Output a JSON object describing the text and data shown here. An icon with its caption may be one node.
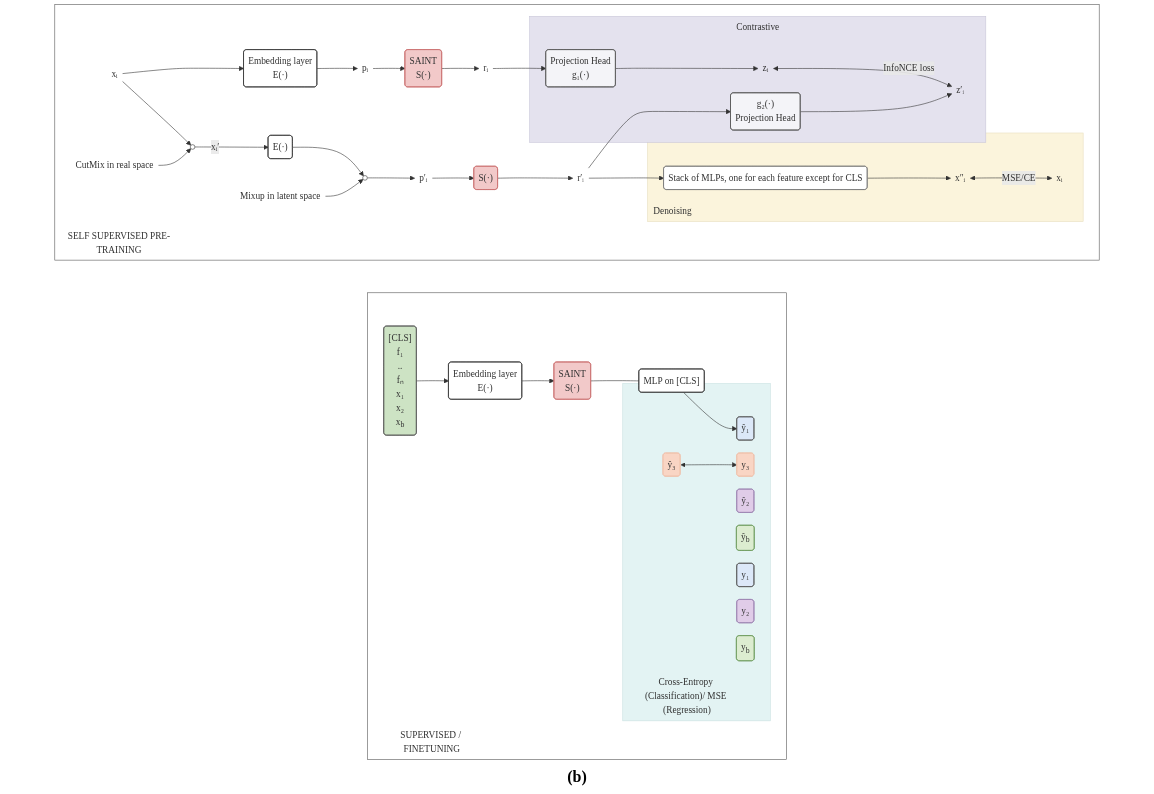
{
  "diagram": {
    "caption": "(b)",
    "nodes": [
      {
        "text": [
          "SELF SUPERVISED PRE-TRAINING"
        ]
      },
      {
        "text": [
          "xᵢ"
        ],
        "in": 0
      },
      {
        "text": [
          "Embedding layer",
          "E(·)"
        ],
        "in": 0
      },
      {
        "text": [
          "pᵢ"
        ],
        "in": 0
      },
      {
        "text": [
          "SAINT",
          "S(·)"
        ],
        "in": 0
      },
      {
        "text": [
          "rᵢ"
        ],
        "in": 0
      },
      {
        "text": [],
        "shape": "circle",
        "in": 0
      },
      {
        "text": [
          "E(·)"
        ],
        "in": 0
      },
      {
        "text": [],
        "shape": "circle",
        "in": 0
      },
      {
        "text": [
          "p′ᵢ"
        ],
        "in": 0
      },
      {
        "text": [
          "S(·)"
        ],
        "in": 0
      },
      {
        "text": [
          "r′ᵢ"
        ],
        "in": 0
      },
      {
        "text": [
          "CutMix in real space"
        ],
        "in": 0
      },
      {
        "text": [
          "Mixup in latent space"
        ],
        "in": 0
      },
      {
        "text": [
          "Contrastive"
        ],
        "in": 0
      },
      {
        "text": [
          "Projection Head",
          "g₁(·)"
        ],
        "in": 14
      },
      {
        "text": [
          "zᵢ"
        ],
        "in": 14
      },
      {
        "text": [
          "g₂(·)",
          "Projection Head"
        ],
        "in": 14
      },
      {
        "text": [
          "z′ᵢ"
        ],
        "in": 14
      },
      {
        "text": [
          "Denoising"
        ],
        "in": 0
      },
      {
        "text": [
          "Stack of MLPs, one for each feature except for CLS"
        ],
        "in": 19
      },
      {
        "text": [
          "x″ᵢ"
        ],
        "in": 19
      },
      {
        "text": [
          "xᵢ"
        ],
        "in": 19
      },
      {
        "text": [
          "SUPERVISED / FINETUNING"
        ]
      },
      {
        "text": [
          "[CLS]",
          "f₁",
          "..",
          "fₙ",
          "x₁",
          "x₂",
          "x$_{b}$"
        ],
        "in": 23
      },
      {
        "text": [
          "Embedding layer",
          "E(·)"
        ],
        "in": 23
      },
      {
        "text": [
          "SAINT",
          "S(·)"
        ],
        "in": 23
      },
      {
        "text": [
          "MLP on [CLS]"
        ],
        "in": 23
      },
      {
        "text": [
          "Cross-Entropy (Classification)/ MSE (Regression)"
        ],
        "in": 23
      },
      {
        "text": [
          "ŷ₁"
        ],
        "in": 28
      },
      {
        "text": [
          "ŷ₂"
        ],
        "in": 28
      },
      {
        "text": [
          "ŷ₃"
        ],
        "in": 28
      },
      {
        "text": [
          "ŷ$_{b}$"
        ],
        "in": 28
      },
      {
        "text": [
          "y₁"
        ],
        "in": 28
      },
      {
        "text": [
          "y₂"
        ],
        "in": 28
      },
      {
        "text": [
          "y₃"
        ],
        "in": 28
      },
      {
        "text": [
          "y$_{b}$"
        ],
        "in": 28
      }
    ],
    "edges": [
      {
        "from": 1,
        "to": 2,
        "arrow": "to"
      },
      {
        "from": 1,
        "to": 6,
        "arrow": "to"
      },
      {
        "from": 6,
        "to": 7,
        "arrow": "to",
        "label": "xᵢ′"
      },
      {
        "from": 2,
        "to": 3,
        "arrow": "to"
      },
      {
        "from": 3,
        "to": 4,
        "arrow": "to"
      },
      {
        "from": 4,
        "to": 5,
        "arrow": "to"
      },
      {
        "from": 7,
        "to": 8,
        "arrow": "to"
      },
      {
        "from": 8,
        "to": 9,
        "arrow": "to"
      },
      {
        "from": 9,
        "to": 10,
        "arrow": "to"
      },
      {
        "from": 10,
        "to": 11,
        "arrow": "to"
      },
      {
        "from": 12,
        "to": 6,
        "arrow": "to"
      },
      {
        "from": 13,
        "to": 8,
        "arrow": "to"
      },
      {
        "from": 5,
        "to": 15,
        "arrow": "to"
      },
      {
        "from": 11,
        "to": 17,
        "arrow": "to"
      },
      {
        "from": 11,
        "to": 20,
        "arrow": "to"
      },
      {
        "from": 15,
        "to": 16,
        "arrow": "to"
      },
      {
        "from": 17,
        "to": 18,
        "arrow": "to"
      },
      {
        "from": 16,
        "to": 18,
        "arrow": "both",
        "label": "InfoNCE loss"
      },
      {
        "from": 20,
        "to": 21,
        "arrow": "to"
      },
      {
        "from": 21,
        "to": 22,
        "arrow": "both",
        "label": "MSE/CE"
      },
      {
        "from": 24,
        "to": 25,
        "arrow": "to"
      },
      {
        "from": 25,
        "to": 26,
        "arrow": "to"
      },
      {
        "from": 26,
        "to": 27,
        "arrow": "none"
      },
      {
        "from": 27,
        "to": 29,
        "arrow": "to"
      },
      {
        "from": 31,
        "to": 35,
        "arrow": "both"
      }
    ]
  }
}
